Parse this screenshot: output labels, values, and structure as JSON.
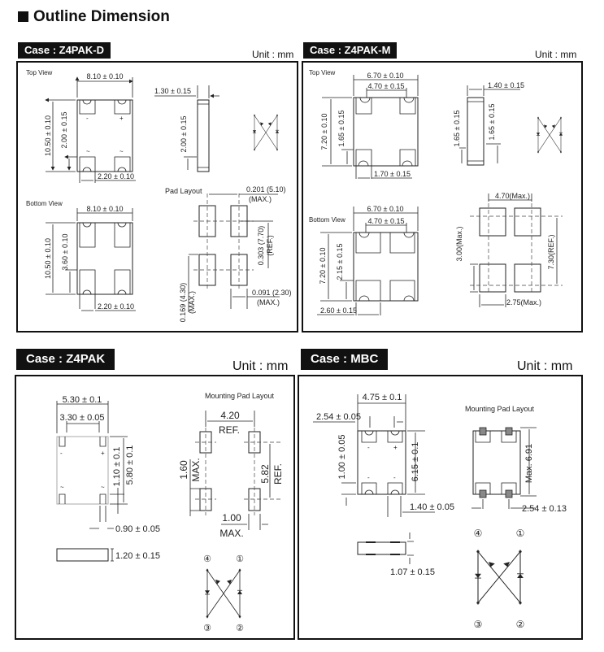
{
  "title": "Outline Dimension",
  "panels": [
    {
      "case": "Case : Z4PAK-D",
      "unit": "Unit : mm",
      "top_view": "Top View",
      "bottom_view": "Bottom View",
      "pad_layout": "Pad Layout",
      "dims": {
        "width": "8.10 ± 0.10",
        "height": "10.50 ± 0.10",
        "pad_h": "2.00 ± 0.15",
        "pad_w": "2.20 ± 0.10",
        "thick": "1.30 ± 0.15",
        "side_pad": "2.00 ± 0.15",
        "bw": "8.10 ± 0.10",
        "bh": "10.50 ± 0.10",
        "bpad_h": "3.60 ± 0.10",
        "bpad_w": "2.20 ± 0.10",
        "pl_w": "0.201 (5.10)",
        "pl_w_note": "(MAX.)",
        "pl_pitch": "0.303 (7.70)",
        "pl_pitch_note": "(REF.)",
        "pl_h": "0.169 (4.30)",
        "pl_h_note": "(MAX.)",
        "pl_pw": "0.091 (2.30)",
        "pl_pw_note": "(MAX.)"
      },
      "marks": {
        "minus": "-",
        "plus": "+",
        "ac": "~"
      }
    },
    {
      "case": "Case : Z4PAK-M",
      "unit": "Unit : mm",
      "top_view": "Top View",
      "bottom_view": "Bottom View",
      "dims": {
        "width": "6.70 ± 0.10",
        "inner": "4.70 ± 0.15",
        "height": "7.20 ± 0.10",
        "pad_h": "1.65 ± 0.15",
        "pad_w": "1.70 ± 0.15",
        "thick": "1.40 ± 0.15",
        "side_l": "1.65 ± 0.15",
        "side_r": "1.65 ± 0.15",
        "bw": "6.70 ± 0.10",
        "binner": "4.70 ± 0.15",
        "bh": "7.20 ± 0.10",
        "bpad_h": "2.15 ± 0.15",
        "bpad_w": "2.60 ± 0.15",
        "pl_w": "4.70(Max.)",
        "pl_h": "3.00(Max.)",
        "pl_pitch": "7.30(REF.)",
        "pl_pw": "2.75(Max.)"
      }
    },
    {
      "case": "Case : Z4PAK",
      "unit": "Unit : mm",
      "pad_layout": "Mounting Pad Layout",
      "dims": {
        "width": "5.30 ± 0.1",
        "inner": "3.30 ± 0.05",
        "pad_h": "1.10 ± 0.1",
        "height": "5.80 ± 0.1",
        "pad_w": "0.90 ± 0.05",
        "thick": "1.20 ± 0.15",
        "pl_w": "4.20",
        "pl_w_note": "REF.",
        "pl_h": "1.60",
        "pl_h_note": "MAX.",
        "pl_pitch": "5.82",
        "pl_pitch_note": "REF.",
        "pl_pw": "1.00",
        "pl_pw_note": "MAX."
      },
      "pins": [
        "④",
        "①",
        "③",
        "②"
      ],
      "marks": {
        "minus": "-",
        "plus": "+",
        "ac": "~"
      }
    },
    {
      "case": "Case : MBC",
      "unit": "Unit : mm",
      "pad_layout": "Mounting Pad Layout",
      "dims": {
        "width": "4.75 ± 0.1",
        "pitch": "2.54 ± 0.05",
        "pad_h": "1.00 ± 0.05",
        "height": "6.15 ± 0.1",
        "pad_w": "1.40 ± 0.05",
        "thick": "1.07 ± 0.15",
        "pl_h": "Max. 6.91",
        "pl_pitch": "2.54 ± 0.13"
      },
      "pins": [
        "④",
        "①",
        "③",
        "②"
      ],
      "marks": {
        "minus": "-",
        "plus": "+",
        "ac": "~"
      }
    }
  ]
}
